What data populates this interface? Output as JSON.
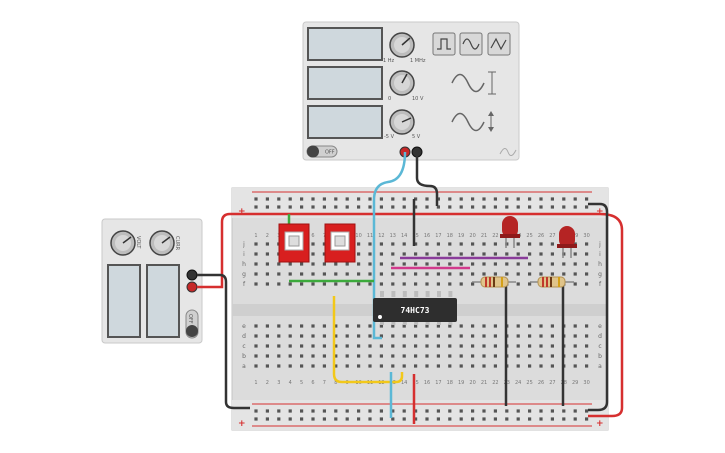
{
  "chip": {
    "label": "74HC73"
  },
  "function_generator": {
    "off_label": "OFF",
    "knob_labels": [
      {
        "min": "1 Hz",
        "max": "1 MHz"
      },
      {
        "min": "0",
        "max": "10 V"
      },
      {
        "min": "-5 V",
        "max": "5 V"
      }
    ],
    "waveform_buttons": [
      "square-wave-icon",
      "sine-wave-icon",
      "triangle-wave-icon"
    ]
  },
  "power_supply": {
    "off_label": "OFF",
    "knob_labels": [
      "VOLT",
      "CURR"
    ]
  },
  "breadboard": {
    "row_letters_top": [
      "j",
      "i",
      "h",
      "g",
      "f"
    ],
    "row_letters_bottom": [
      "e",
      "d",
      "c",
      "b",
      "a"
    ],
    "plus_label": "+",
    "minus_label": "-",
    "column_numbers": [
      "1",
      "2",
      "3",
      "4",
      "5",
      "6",
      "7",
      "8",
      "9",
      "10",
      "11",
      "12",
      "13",
      "14",
      "15",
      "16",
      "17",
      "18",
      "19",
      "20",
      "21",
      "22",
      "23",
      "24",
      "25",
      "26",
      "27",
      "28",
      "29",
      "30"
    ]
  },
  "colors": {
    "red_wire": "#d62f2f",
    "black_wire": "#333333",
    "blue_wire": "#5bb8d6",
    "green_wire": "#3caa3c",
    "yellow_wire": "#f2c81a",
    "purple_wire": "#8a3c9a",
    "pink_wire": "#d13a8c",
    "dip_switch": "#d81f1f",
    "led": "#b52424",
    "chip": "#2e2e2e"
  }
}
